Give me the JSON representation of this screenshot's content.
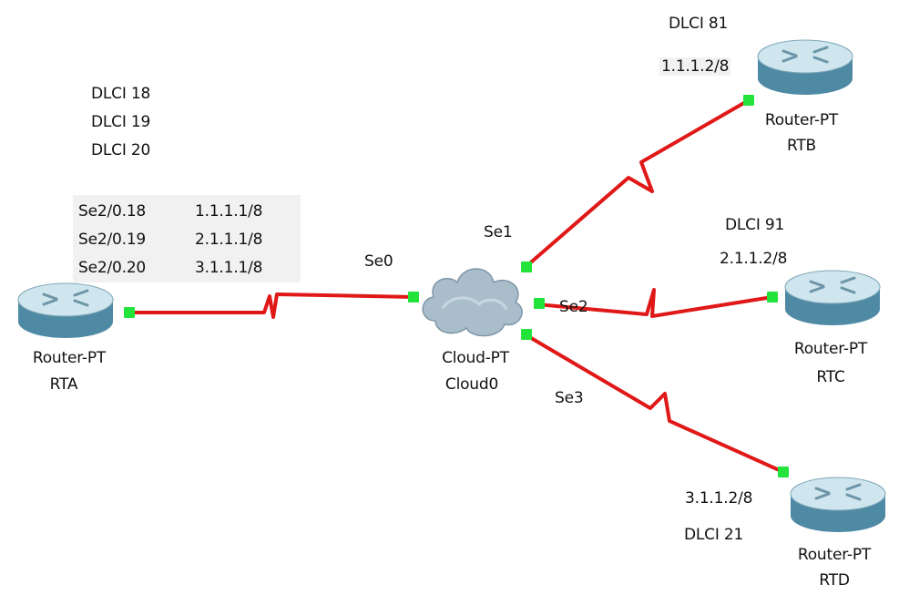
{
  "colors": {
    "link": "#e01818",
    "port": "#22e33a",
    "router_top": "#cfe6ee",
    "router_side": "#4f8aa5"
  },
  "icons": {
    "router": "router-icon",
    "cloud": "cloud-icon"
  },
  "devices": {
    "rta": {
      "type": "Router-PT",
      "name": "RTA"
    },
    "rtb": {
      "type": "Router-PT",
      "name": "RTB"
    },
    "rtc": {
      "type": "Router-PT",
      "name": "RTC"
    },
    "rtd": {
      "type": "Router-PT",
      "name": "RTD"
    },
    "cloud": {
      "type": "Cloud-PT",
      "name": "Cloud0"
    }
  },
  "rta_dlci": [
    "DLCI 18",
    "DLCI 19",
    "DLCI 20"
  ],
  "rta_subif": [
    {
      "iface": "Se2/0.18",
      "ip": "1.1.1.1/8"
    },
    {
      "iface": "Se2/0.19",
      "ip": "2.1.1.1/8"
    },
    {
      "iface": "Se2/0.20",
      "ip": "3.1.1.1/8"
    }
  ],
  "cloud_ports": {
    "se0": "Se0",
    "se1": "Se1",
    "se2": "Se2",
    "se3": "Se3"
  },
  "rtb_info": {
    "dlci": "DLCI 81",
    "ip": "1.1.1.2/8"
  },
  "rtc_info": {
    "dlci": "DLCI 91",
    "ip": "2.1.1.2/8"
  },
  "rtd_info": {
    "dlci": "DLCI 21",
    "ip": "3.1.1.2/8"
  }
}
